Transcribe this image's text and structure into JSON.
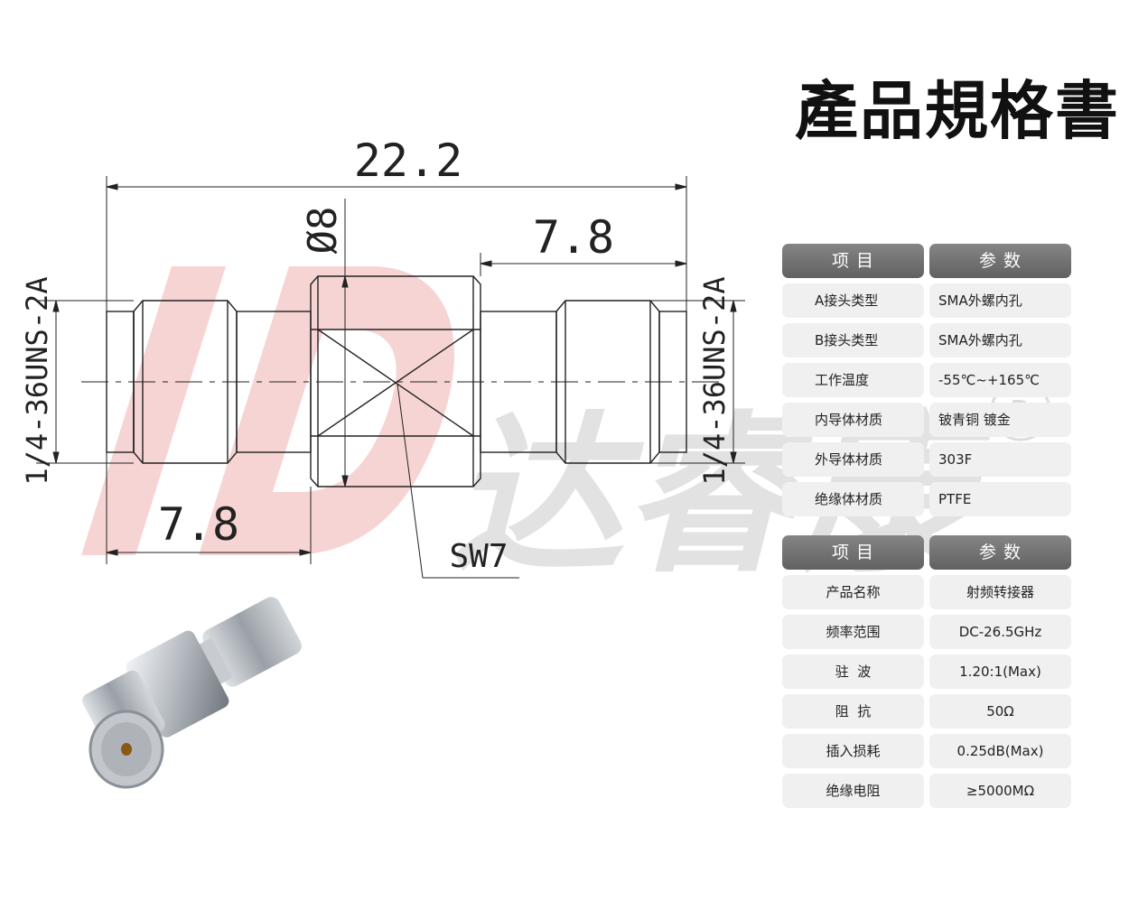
{
  "title": "產品規格書",
  "watermark": {
    "brand_text": "达睿康",
    "registered_mark": "R"
  },
  "drawing": {
    "dim_total": "22.2",
    "dim_diameter": "Ø8",
    "dim_right": "7.8",
    "dim_left": "7.8",
    "thread_left": "1/4-36UNS-2A",
    "thread_right": "1/4-36UNS-2A",
    "wrench": "SW7"
  },
  "table1": {
    "header": {
      "item": "项  目",
      "param": "参  数"
    },
    "rows": [
      {
        "label": "A接头类型",
        "value": "SMA外螺内孔"
      },
      {
        "label": "B接头类型",
        "value": "SMA外螺内孔"
      },
      {
        "label": "工作温度",
        "value": "-55℃~+165℃"
      },
      {
        "label": "内导体材质",
        "value": "铍青铜 镀金"
      },
      {
        "label": "外导体材质",
        "value": "303F"
      },
      {
        "label": "绝缘体材质",
        "value": "PTFE"
      }
    ]
  },
  "table2": {
    "header": {
      "item": "项  目",
      "param": "参  数"
    },
    "rows": [
      {
        "label": "产品名称",
        "value": "射频转接器"
      },
      {
        "label": "频率范围",
        "value": "DC-26.5GHz"
      },
      {
        "label": "驻  波",
        "value": "1.20:1(Max)"
      },
      {
        "label": "阻  抗",
        "value": "50Ω"
      },
      {
        "label": "插入损耗",
        "value": "0.25dB(Max)"
      },
      {
        "label": "绝缘电阻",
        "value": "≥5000MΩ"
      }
    ]
  },
  "colors": {
    "header_bg": "#6f6f6f",
    "cell_bg": "#f0f0f0",
    "watermark_red": "#f4c6c6",
    "watermark_gray": "#d8d8d8"
  }
}
